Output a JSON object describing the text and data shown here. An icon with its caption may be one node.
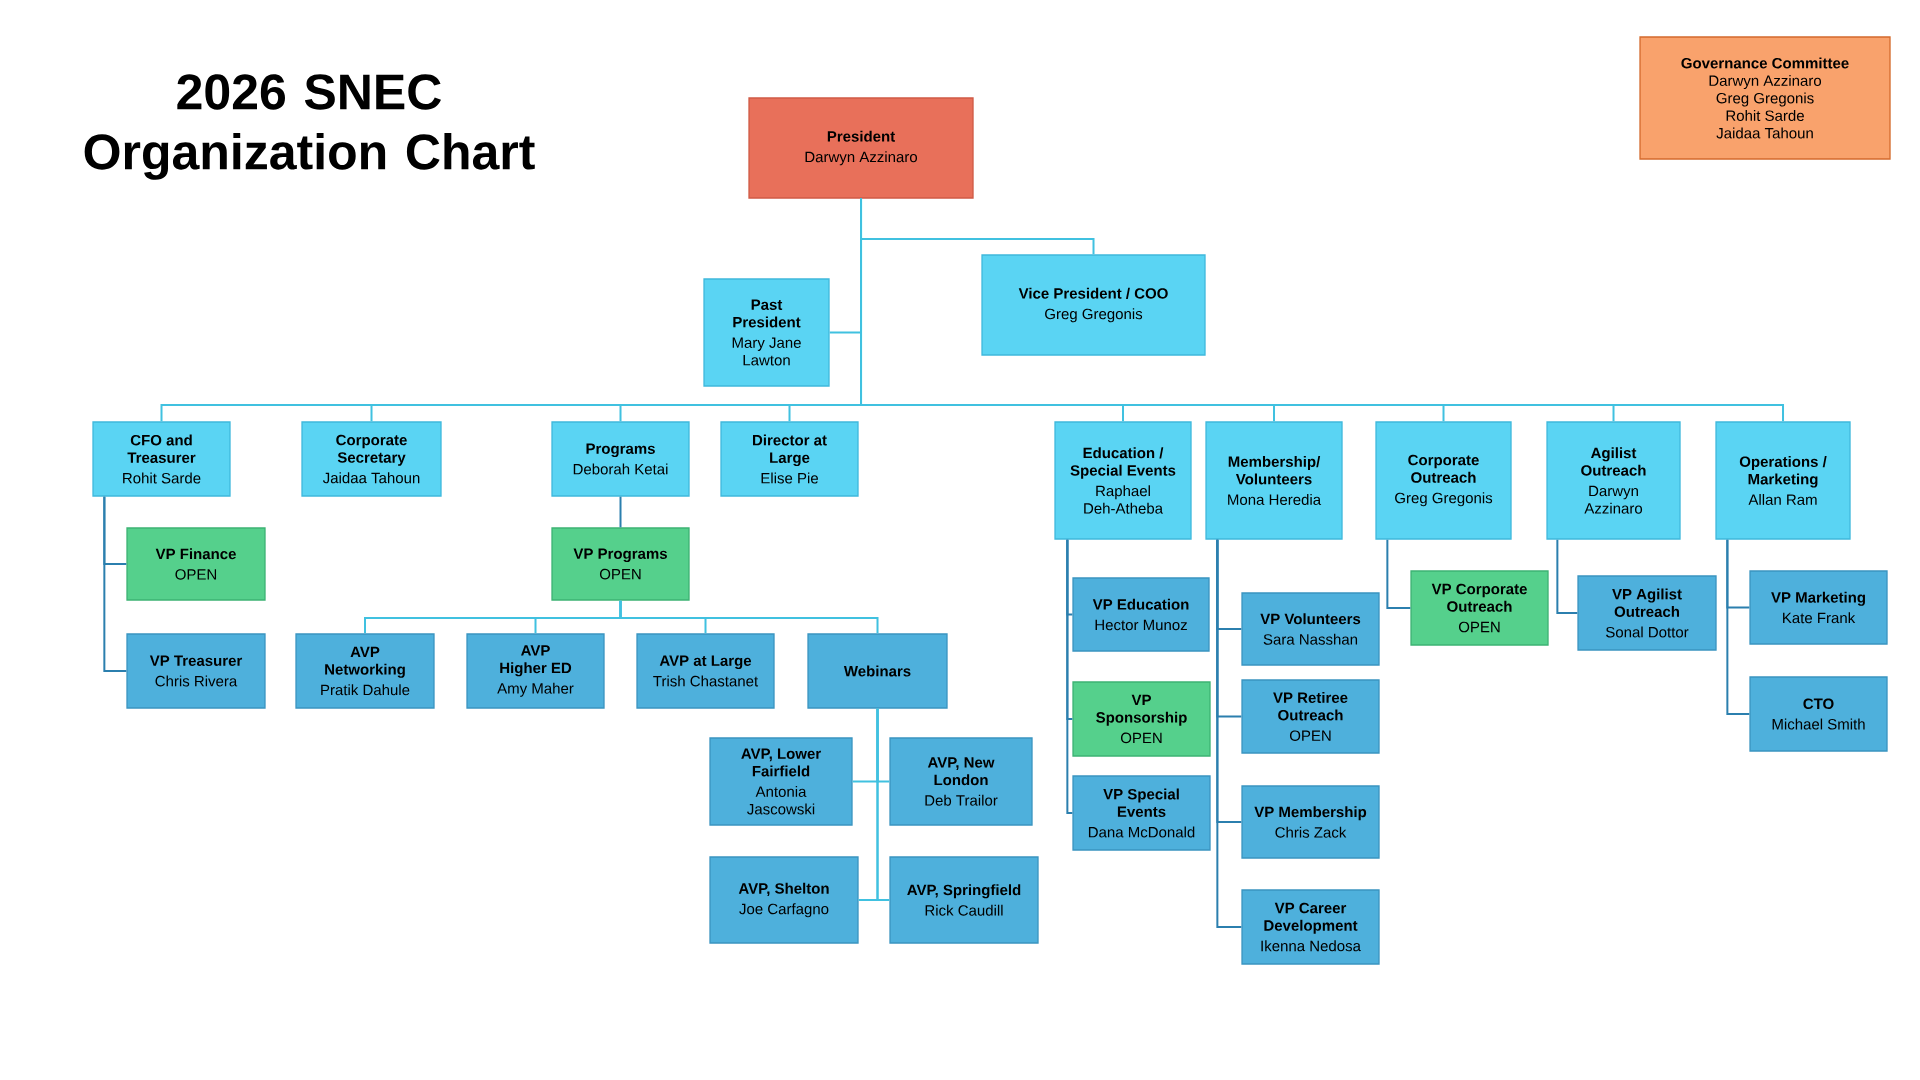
{
  "diagram": {
    "title": "2026 SNEC Organization Chart",
    "nodes": [
      {
        "text": [
          "President",
          "Darwyn Azzinaro"
        ]
      },
      {
        "text": [
          "Past President",
          "Mary Jane Lawton"
        ]
      },
      {
        "text": [
          "Vice President / COO",
          "Greg Gregonis"
        ]
      },
      {
        "text": [
          "CFO and Treasurer",
          "Rohit Sarde"
        ]
      },
      {
        "text": [
          "Corporate Secretary",
          "Jaidaa Tahoun"
        ]
      },
      {
        "text": [
          "Programs",
          "Deborah Ketai"
        ]
      },
      {
        "text": [
          "Director at Large",
          "Elise Pie"
        ]
      },
      {
        "text": [
          "Education / Special Events",
          "Raphael Deh-Atheba"
        ]
      },
      {
        "text": [
          "Membership/ Volunteers",
          "Mona Heredia"
        ]
      },
      {
        "text": [
          "Corporate Outreach",
          "Greg Gregonis"
        ]
      },
      {
        "text": [
          "Agilist Outreach",
          "Darwyn Azzinaro"
        ]
      },
      {
        "text": [
          "Operations / Marketing",
          "Allan Ram"
        ]
      },
      {
        "text": [
          "VP Finance",
          "OPEN"
        ]
      },
      {
        "text": [
          "VP Treasurer",
          "Chris Rivera"
        ]
      },
      {
        "text": [
          "VP Programs",
          "OPEN"
        ]
      },
      {
        "text": [
          "AVP Networking",
          "Pratik Dahule"
        ]
      },
      {
        "text": [
          "AVP Higher ED",
          "Amy Maher"
        ]
      },
      {
        "text": [
          "AVP at Large",
          "Trish Chastanet"
        ]
      },
      {
        "text": [
          "Webinars"
        ]
      },
      {
        "text": [
          "AVP, Lower Fairfield",
          "Antonia Jascowski"
        ]
      },
      {
        "text": [
          "AVP, New London",
          "Deb Trailor"
        ]
      },
      {
        "text": [
          "AVP, Shelton",
          "Joe Carfagno"
        ]
      },
      {
        "text": [
          "AVP, Springfield",
          "Rick Caudill"
        ]
      },
      {
        "text": [
          "VP Education",
          "Hector Munoz"
        ]
      },
      {
        "text": [
          "VP Sponsorship",
          "OPEN"
        ]
      },
      {
        "text": [
          "VP Special Events",
          "Dana McDonald"
        ]
      },
      {
        "text": [
          "VP Volunteers",
          "Sara Nasshan"
        ]
      },
      {
        "text": [
          "VP Retiree Outreach",
          "OPEN"
        ]
      },
      {
        "text": [
          "VP Membership",
          "Chris Zack"
        ]
      },
      {
        "text": [
          "VP Career Development",
          "Ikenna Nedosa"
        ]
      },
      {
        "text": [
          "VP Corporate Outreach",
          "OPEN"
        ]
      },
      {
        "text": [
          "VP Agilist Outreach",
          "Sonal Dottor"
        ]
      },
      {
        "text": [
          "VP Marketing",
          "Kate Frank"
        ]
      },
      {
        "text": [
          "CTO",
          "Michael Smith"
        ]
      },
      {
        "text": [
          "Governance Committee",
          "Darwyn Azzinaro",
          "Greg Gregonis",
          "Rohit Sarde",
          "Jaidaa Tahoun"
        ]
      }
    ],
    "edges": [
      {
        "from": 0,
        "to": 1,
        "arrow": "none"
      },
      {
        "from": 0,
        "to": 2,
        "arrow": "none"
      },
      {
        "from": 0,
        "to": 3,
        "arrow": "none"
      },
      {
        "from": 0,
        "to": 4,
        "arrow": "none"
      },
      {
        "from": 0,
        "to": 5,
        "arrow": "none"
      },
      {
        "from": 0,
        "to": 6,
        "arrow": "none"
      },
      {
        "from": 0,
        "to": 7,
        "arrow": "none"
      },
      {
        "from": 0,
        "to": 8,
        "arrow": "none"
      },
      {
        "from": 0,
        "to": 9,
        "arrow": "none"
      },
      {
        "from": 0,
        "to": 10,
        "arrow": "none"
      },
      {
        "from": 0,
        "to": 11,
        "arrow": "none"
      },
      {
        "from": 3,
        "to": 12,
        "arrow": "none",
        "color": "#2b7fae"
      },
      {
        "from": 3,
        "to": 13,
        "arrow": "none",
        "color": "#2b7fae"
      },
      {
        "from": 5,
        "to": 14,
        "arrow": "none",
        "color": "#2b7fae"
      },
      {
        "from": 14,
        "to": 15,
        "arrow": "none"
      },
      {
        "from": 14,
        "to": 16,
        "arrow": "none"
      },
      {
        "from": 14,
        "to": 17,
        "arrow": "none"
      },
      {
        "from": 14,
        "to": 18,
        "arrow": "none"
      },
      {
        "from": 18,
        "to": 19,
        "arrow": "none"
      },
      {
        "from": 18,
        "to": 20,
        "arrow": "none"
      },
      {
        "from": 18,
        "to": 21,
        "arrow": "none"
      },
      {
        "from": 18,
        "to": 22,
        "arrow": "none"
      },
      {
        "from": 7,
        "to": 23,
        "arrow": "none",
        "color": "#2b7fae"
      },
      {
        "from": 7,
        "to": 24,
        "arrow": "none",
        "color": "#2b7fae"
      },
      {
        "from": 7,
        "to": 25,
        "arrow": "none",
        "color": "#2b7fae"
      },
      {
        "from": 8,
        "to": 26,
        "arrow": "none",
        "color": "#2b7fae"
      },
      {
        "from": 8,
        "to": 27,
        "arrow": "none",
        "color": "#2b7fae"
      },
      {
        "from": 8,
        "to": 28,
        "arrow": "none",
        "color": "#2b7fae"
      },
      {
        "from": 8,
        "to": 29,
        "arrow": "none",
        "color": "#2b7fae"
      },
      {
        "from": 9,
        "to": 30,
        "arrow": "none",
        "color": "#2b7fae"
      },
      {
        "from": 10,
        "to": 31,
        "arrow": "none",
        "color": "#2b7fae"
      },
      {
        "from": 11,
        "to": 32,
        "arrow": "none",
        "color": "#2b7fae"
      },
      {
        "from": 11,
        "to": 33,
        "arrow": "none",
        "color": "#2b7fae"
      }
    ]
  }
}
